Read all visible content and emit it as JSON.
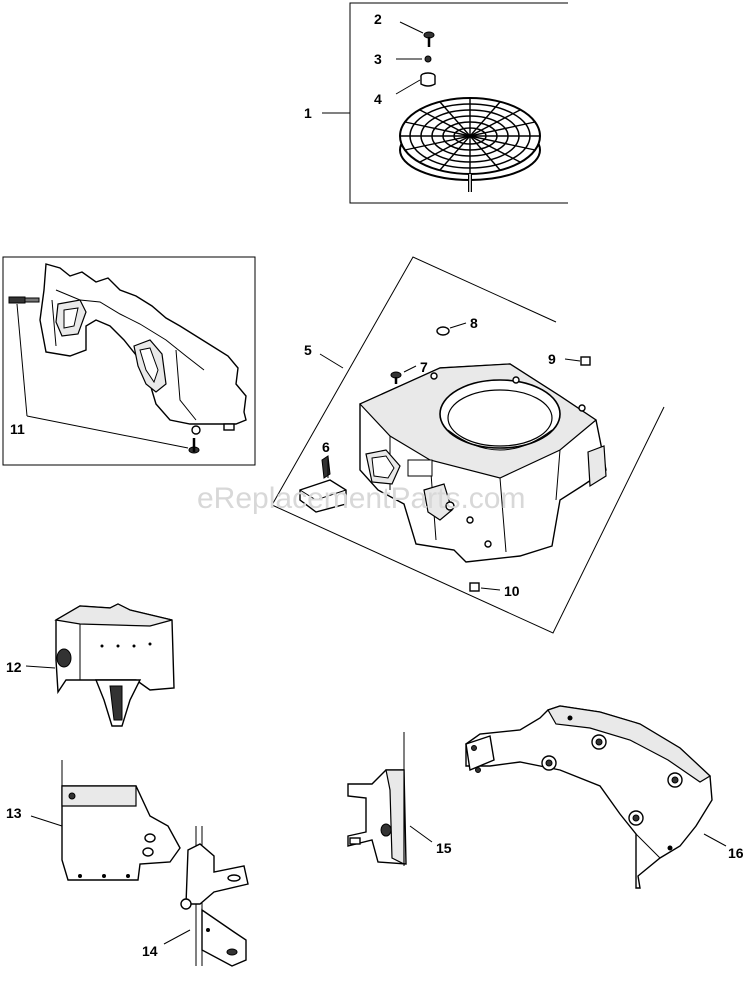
{
  "watermark": "eReplacementParts.com",
  "callouts": [
    {
      "id": "c1",
      "text": "1"
    },
    {
      "id": "c2",
      "text": "2"
    },
    {
      "id": "c3",
      "text": "3"
    },
    {
      "id": "c4",
      "text": "4"
    },
    {
      "id": "c5",
      "text": "5"
    },
    {
      "id": "c6",
      "text": "6"
    },
    {
      "id": "c7",
      "text": "7"
    },
    {
      "id": "c8",
      "text": "8"
    },
    {
      "id": "c9",
      "text": "9"
    },
    {
      "id": "c10",
      "text": "10"
    },
    {
      "id": "c11",
      "text": "11"
    },
    {
      "id": "c12",
      "text": "12"
    },
    {
      "id": "c13",
      "text": "13"
    },
    {
      "id": "c14",
      "text": "14"
    },
    {
      "id": "c15",
      "text": "15"
    },
    {
      "id": "c16",
      "text": "16"
    }
  ]
}
